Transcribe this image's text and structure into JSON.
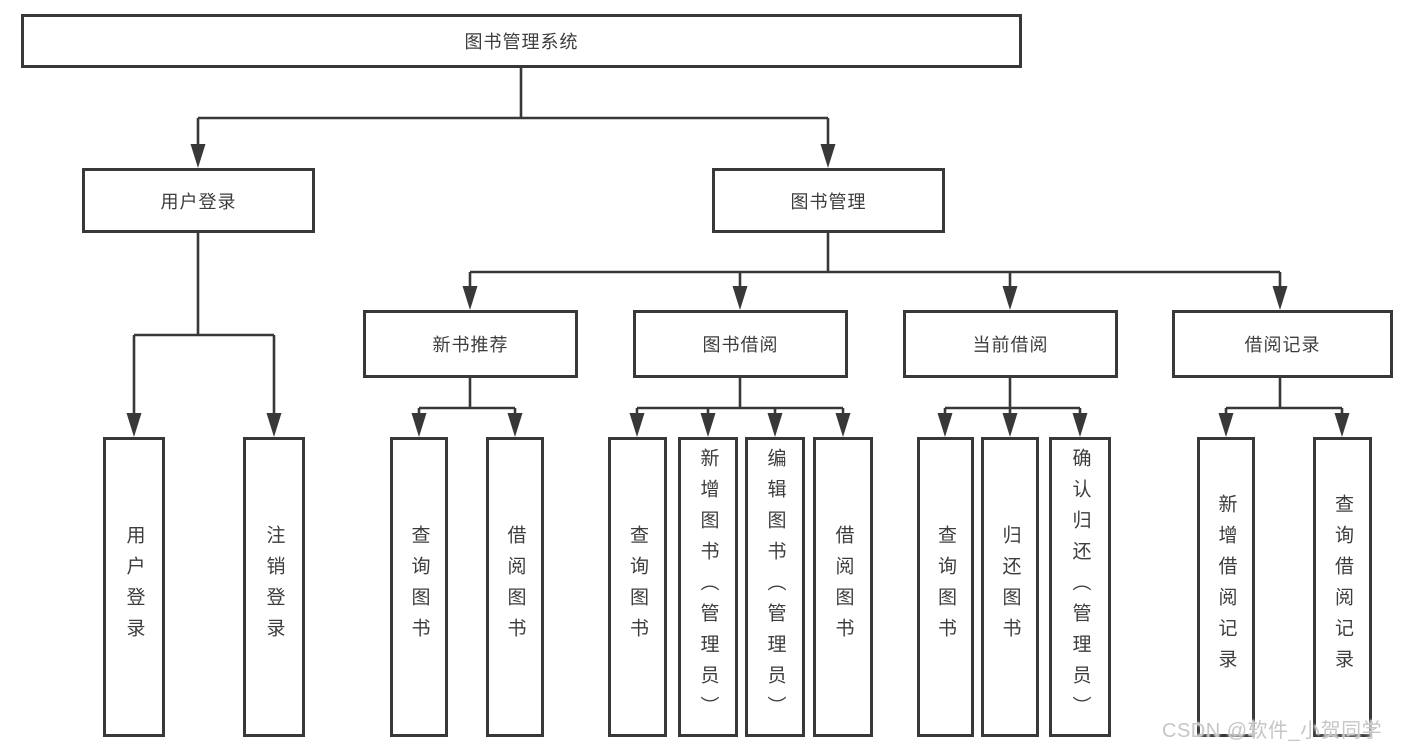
{
  "diagram": {
    "root": {
      "label": "图书管理系统"
    },
    "level2": {
      "user_login": {
        "label": "用户登录"
      },
      "book_mgmt": {
        "label": "图书管理"
      }
    },
    "level3": {
      "new_book_rec": {
        "label": "新书推荐"
      },
      "book_borrow": {
        "label": "图书借阅"
      },
      "current_borrow": {
        "label": "当前借阅"
      },
      "borrow_records": {
        "label": "借阅记录"
      }
    },
    "leaves": {
      "user_login": [
        "用户登录",
        "注销登录"
      ],
      "new_book_rec": [
        "查询图书",
        "借阅图书"
      ],
      "book_borrow": [
        "查询图书",
        "新增图书（管理员）",
        "编辑图书（管理员）",
        "借阅图书"
      ],
      "current_borrow": [
        "查询图书",
        "归还图书",
        "确认归还（管理员）"
      ],
      "borrow_records": [
        "新增借阅记录",
        "查询借阅记录"
      ]
    }
  },
  "watermark": {
    "text": "CSDN @软件_小贺同学"
  },
  "colors": {
    "line": "#383838",
    "text": "#3d3d3d",
    "watermark": "#c6c6c6",
    "background": "#ffffff"
  }
}
